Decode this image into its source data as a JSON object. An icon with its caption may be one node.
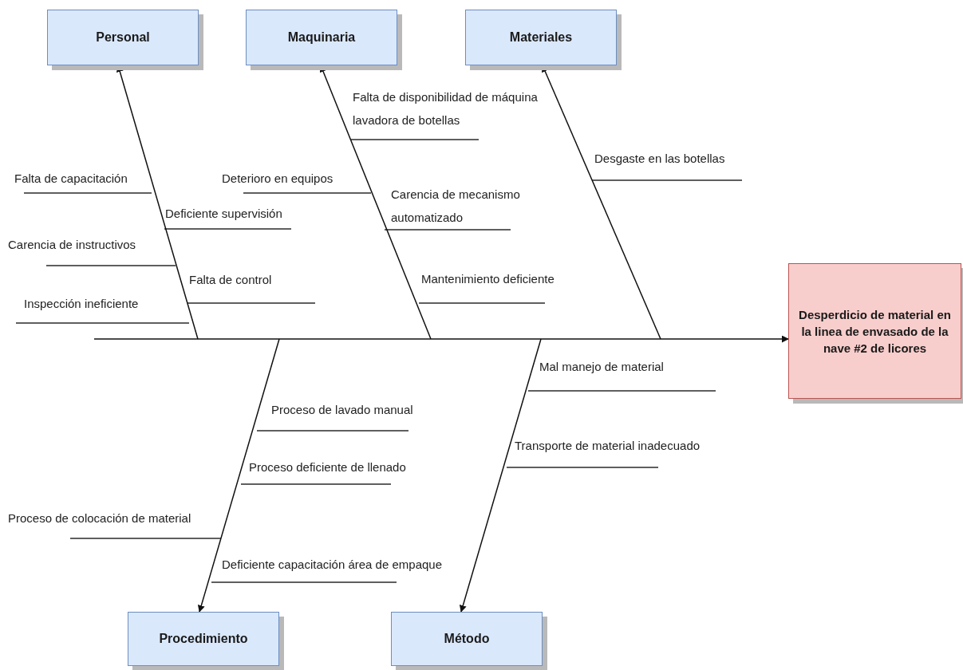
{
  "diagram": {
    "nodes": [
      {
        "text": [
          "Personal"
        ]
      },
      {
        "text": [
          "Maquinaria"
        ]
      },
      {
        "text": [
          "Materiales"
        ]
      },
      {
        "text": [
          "Desperdicio de material en la linea de envasado de la nave #2 de licores"
        ]
      },
      {
        "text": [
          "Procedimiento"
        ]
      },
      {
        "text": [
          "Método"
        ]
      }
    ],
    "edges": [
      {
        "from": null,
        "to": 0,
        "arrow": "to"
      },
      {
        "from": null,
        "to": 1,
        "arrow": "to"
      },
      {
        "from": null,
        "to": 2,
        "arrow": "to"
      },
      {
        "from": null,
        "to": 3,
        "arrow": "to"
      },
      {
        "from": null,
        "to": 4,
        "arrow": "to"
      },
      {
        "from": null,
        "to": 5,
        "arrow": "to"
      }
    ],
    "labels": [
      "Falta de disponibilidad de máquina lavadora de botellas",
      "Desgaste en las botellas",
      "Falta de capacitación",
      "Deterioro en equipos",
      "Carencia de mecanismo automatizado",
      "Deficiente supervisión",
      "Carencia de instructivos",
      "Mantenimiento deficiente",
      "Falta de control",
      "Inspección ineficiente",
      "Mal manejo de material",
      "Proceso de lavado manual",
      "Transporte de material inadecuado",
      "Proceso deficiente de llenado",
      "Proceso de colocación de material",
      "Deficiente capacitación área de empaque"
    ]
  }
}
